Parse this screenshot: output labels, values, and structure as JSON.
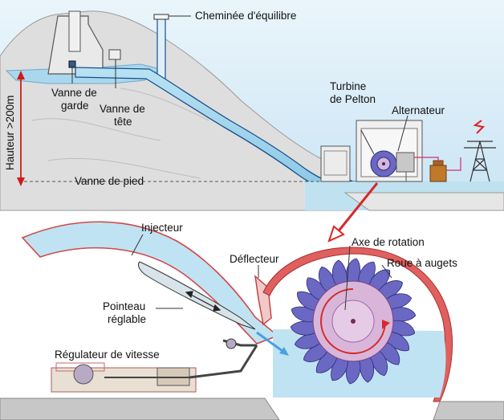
{
  "labels": {
    "chimney": "Cheminée d'équilibre",
    "guard_valve_1": "Vanne de",
    "guard_valve_2": "garde",
    "head_valve_1": "Vanne de",
    "head_valve_2": "tête",
    "height": "Hauteur >200m",
    "turbine_1": "Turbine",
    "turbine_2": "de Pelton",
    "alternator": "Alternateur",
    "foot_valve": "Vanne de pied",
    "injector": "Injecteur",
    "deflector": "Déflecteur",
    "axis": "Axe de rotation",
    "wheel": "Roue à augets",
    "needle_1": "Pointeau",
    "needle_2": "réglable",
    "regulator": "Régulateur de vitesse"
  },
  "colors": {
    "sky": "#cfe8f6",
    "mountain": "#dcdcdc",
    "water": "#a9d8ee",
    "pipe_outline": "#1a4f8a",
    "bucket": "#6b68c4",
    "disc": "#d9b6d9",
    "arrow_red": "#d62828",
    "ground": "#c9c9c9",
    "housing_red": "#d74a4a"
  }
}
